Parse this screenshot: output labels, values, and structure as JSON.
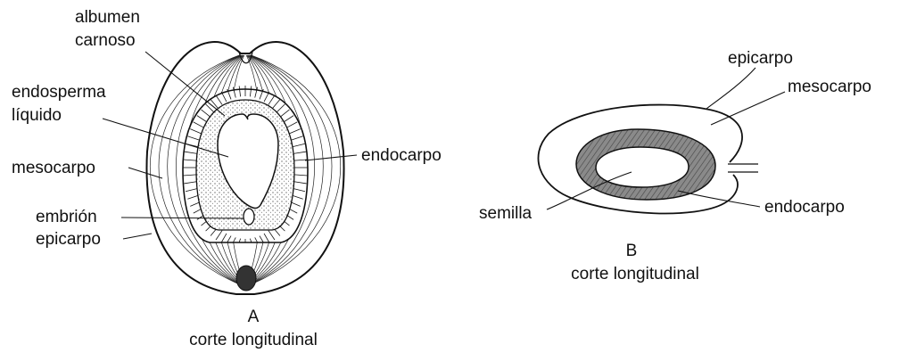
{
  "figure_a": {
    "letter": "A",
    "caption": "corte longitudinal",
    "labels": {
      "albumen_line1": "albumen",
      "albumen_line2": "carnoso",
      "endosperma_line1": "endosperma",
      "endosperma_line2": "líquido",
      "mesocarpo": "mesocarpo",
      "embrion": "embrión",
      "epicarpo": "epicarpo",
      "endocarpo": "endocarpo"
    }
  },
  "figure_b": {
    "letter": "B",
    "caption": "corte longitudinal",
    "labels": {
      "epicarpo": "epicarpo",
      "mesocarpo": "mesocarpo",
      "semilla": "semilla",
      "endocarpo": "endocarpo"
    }
  },
  "colors": {
    "ink": "#111111",
    "paper": "#ffffff",
    "endocarp_fill_b": "#8a8a8a"
  }
}
